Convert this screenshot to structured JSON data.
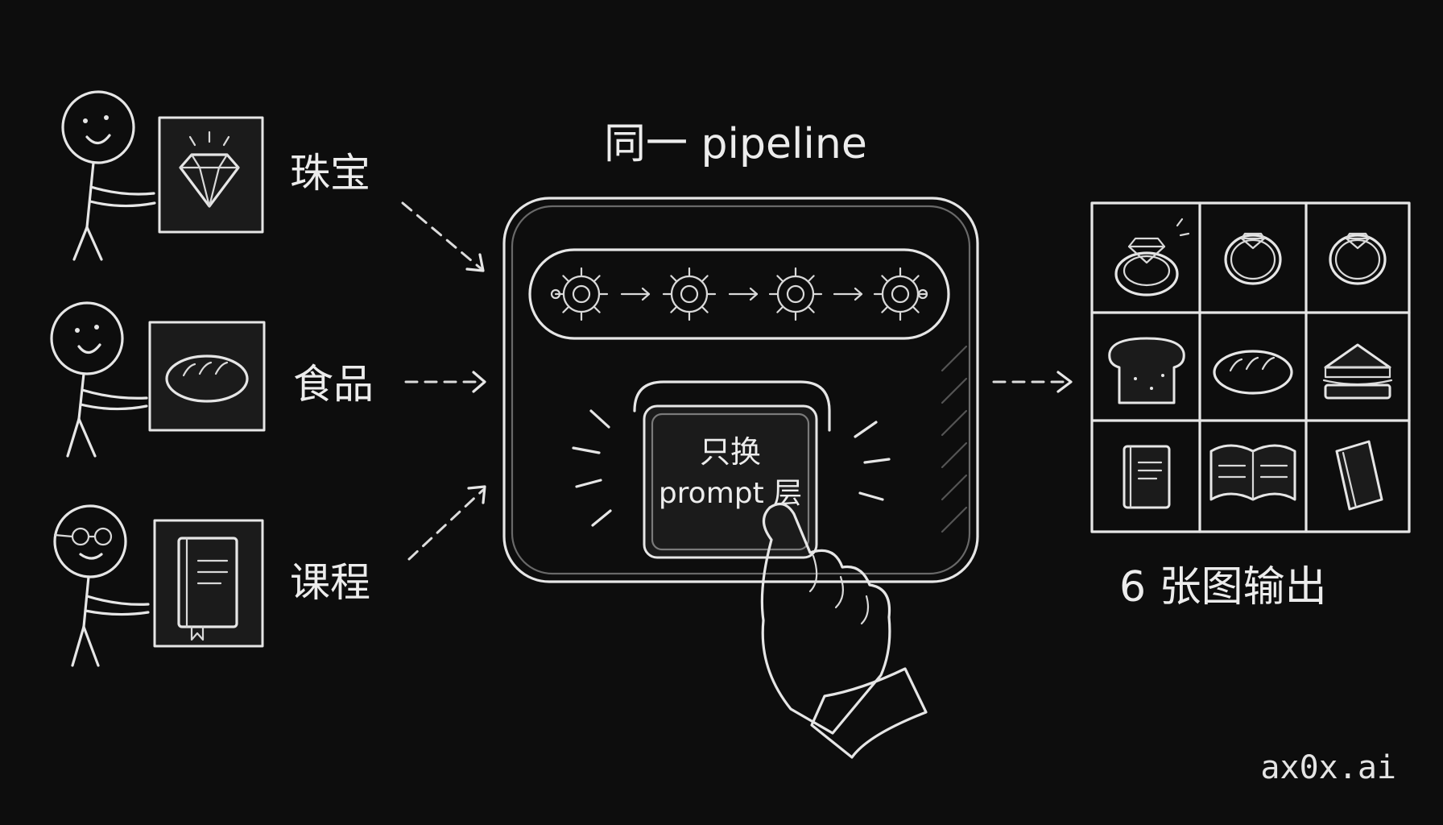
{
  "labels": {
    "pipeline_title": "同一 pipeline",
    "jewelry": "珠宝",
    "food": "食品",
    "course": "课程",
    "button_line1": "只换",
    "button_line2": "prompt 层",
    "output_caption": "6 张图输出",
    "watermark": "ax0x.ai"
  },
  "icons": {
    "inputs": [
      "person-smile-icon",
      "diamond-icon",
      "person-smile-icon",
      "bread-icon",
      "person-glasses-icon",
      "book-icon"
    ],
    "pipeline": [
      "gear-icon",
      "arrow-right-icon",
      "gear-icon",
      "arrow-right-icon",
      "gear-icon",
      "arrow-right-icon",
      "gear-icon"
    ],
    "outputs": [
      "diamond-ring-icon",
      "ring-icon",
      "ring-icon",
      "toast-icon",
      "bread-icon",
      "sandwich-icon",
      "book-icon",
      "open-book-icon",
      "book-icon"
    ]
  },
  "colors": {
    "background": "#0d0d0d",
    "chalk": "#e6e6e6"
  }
}
